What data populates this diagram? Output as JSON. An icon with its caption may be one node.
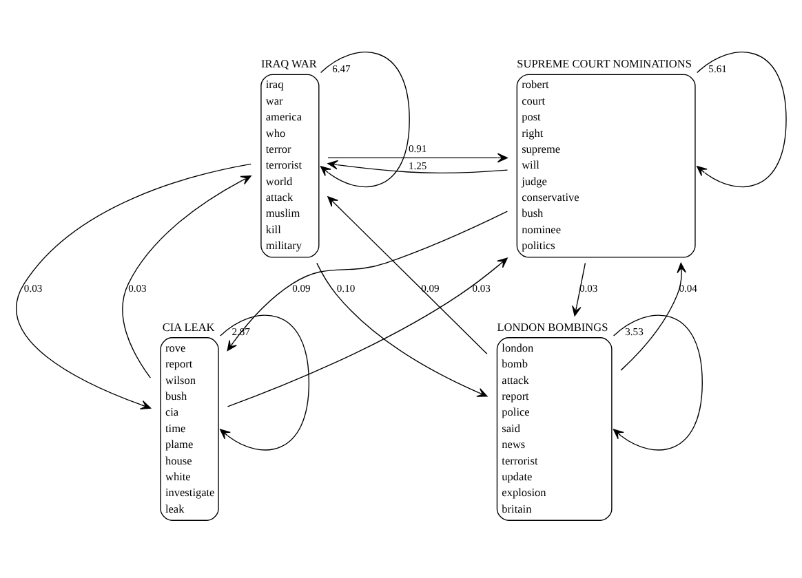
{
  "diagram": {
    "nodes": [
      {
        "text": [
          "IRAQ WAR",
          "iraq war america who terror terrorist world attack muslim kill military"
        ]
      },
      {
        "text": [
          "SUPREME COURT NOMINATIONS",
          "robert court post right supreme will judge conservative bush nominee politics"
        ]
      },
      {
        "text": [
          "CIA LEAK",
          "rove report wilson bush cia time plame house white investigate leak"
        ]
      },
      {
        "text": [
          "LONDON BOMBINGS",
          "london bomb attack report police said news terrorist update explosion britain"
        ]
      }
    ],
    "edges": [
      {
        "from": 0,
        "to": 0,
        "arrow": "to",
        "label": "6.47"
      },
      {
        "from": 1,
        "to": 1,
        "arrow": "to",
        "label": "5.61"
      },
      {
        "from": 0,
        "to": 1,
        "arrow": "to",
        "label": "0.91"
      },
      {
        "from": 1,
        "to": 0,
        "arrow": "to",
        "label": "1.25"
      },
      {
        "from": 0,
        "to": 3,
        "arrow": "to",
        "label": "0.10"
      },
      {
        "from": 3,
        "to": 0,
        "arrow": "to",
        "label": "0.09"
      },
      {
        "from": 3,
        "to": 1,
        "arrow": "to",
        "label": "0.04"
      },
      {
        "from": 1,
        "to": 3,
        "arrow": "to",
        "label": "0.03"
      },
      {
        "from": 0,
        "to": 2,
        "arrow": "to",
        "label": "0.03"
      },
      {
        "from": 2,
        "to": 0,
        "arrow": "to",
        "label": "0.03"
      },
      {
        "from": 2,
        "to": 2,
        "arrow": "to",
        "label": "2.87"
      },
      {
        "from": 3,
        "to": 3,
        "arrow": "to",
        "label": "3.53"
      },
      {
        "from": 2,
        "to": 1,
        "arrow": "to",
        "label": "0.03"
      },
      {
        "from": 1,
        "to": 2,
        "arrow": "to",
        "label": "0.09"
      }
    ]
  }
}
